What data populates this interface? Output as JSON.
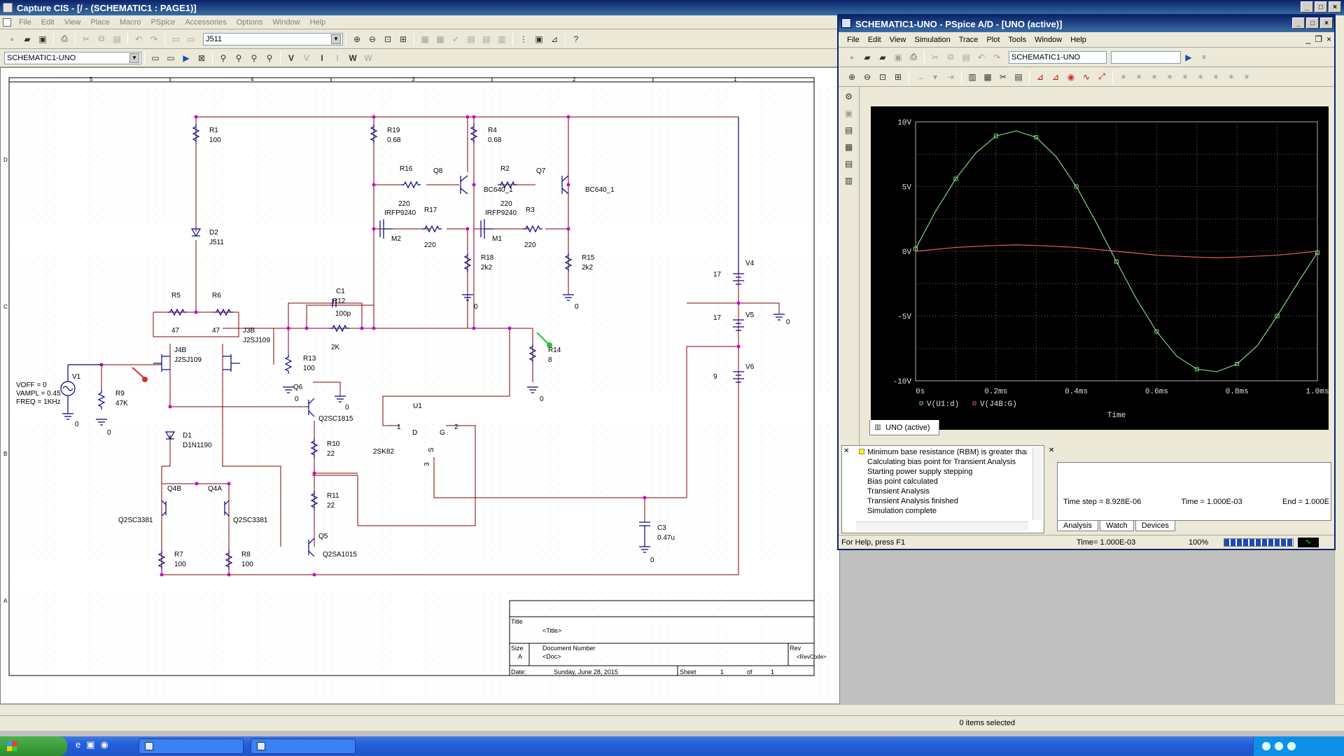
{
  "capture": {
    "title": "Capture CIS - [/ - (SCHEMATIC1 : PAGE1)]",
    "menu": [
      "File",
      "Edit",
      "View",
      "Place",
      "Macro",
      "PSpice",
      "Accessories",
      "Options",
      "Window",
      "Help"
    ],
    "part_combo": "J511",
    "profile_combo": "SCHEMATIC1-UNO",
    "status_right": "0 items selected",
    "border_cols": [
      "5",
      "4",
      "3",
      "2",
      "1"
    ],
    "border_rows": [
      "D",
      "C",
      "B",
      "A"
    ]
  },
  "schematic": {
    "r1": [
      "R1",
      "100"
    ],
    "r19": [
      "R19",
      "0.68"
    ],
    "r4": [
      "R4",
      "0.68"
    ],
    "r16": [
      "R16",
      "220"
    ],
    "q8": "Q8",
    "r2": [
      "R2",
      "220"
    ],
    "q7": "Q7",
    "bc640a": "BC640_1",
    "bc640b": "BC640_1",
    "m2": [
      "IRFP9240",
      "M2"
    ],
    "m1": [
      "IRFP9240",
      "M1"
    ],
    "r17": [
      "R17",
      "220"
    ],
    "r3": [
      "R3",
      "220"
    ],
    "r18": [
      "R18",
      "2k2"
    ],
    "r15": [
      "R15",
      "2k2"
    ],
    "d2": [
      "D2",
      "J511"
    ],
    "r5": [
      "R5",
      "47"
    ],
    "r6": [
      "R6",
      "47"
    ],
    "c1": [
      "C1",
      "100p"
    ],
    "r12": [
      "R12",
      "2K"
    ],
    "j3b": [
      "J3B",
      "J2SJ109"
    ],
    "j4b": [
      "J4B",
      "J2SJ109"
    ],
    "r13": [
      "R13",
      "100"
    ],
    "q6": [
      "Q6",
      "Q2SC1815"
    ],
    "r14": [
      "R14",
      "8"
    ],
    "v1": [
      "V1",
      "VOFF = 0",
      "VAMPL = 0.45",
      "FREQ = 1KHz"
    ],
    "r9": [
      "R9",
      "47K"
    ],
    "d1": [
      "D1",
      "D1N1190"
    ],
    "u1": [
      "U1",
      "2SK82",
      "D",
      "G",
      "S",
      "1",
      "2",
      "3"
    ],
    "r10": [
      "R10",
      "22"
    ],
    "r11": [
      "R11",
      "22"
    ],
    "q4b": [
      "Q4B",
      "Q2SC3381"
    ],
    "q4a": [
      "Q4A",
      "Q2SC3381"
    ],
    "q5": [
      "Q5",
      "Q2SA1015"
    ],
    "r7": [
      "R7",
      "100"
    ],
    "r8": [
      "R8",
      "100"
    ],
    "c3": [
      "C3",
      "0.47u"
    ],
    "v4": [
      "V4",
      "17"
    ],
    "v5": [
      "V5",
      "17"
    ],
    "v6": [
      "V6",
      "9"
    ],
    "ground": "0"
  },
  "titleblock": {
    "title_label": "Title",
    "title_val": "<Title>",
    "size_label": "Size",
    "size_val": "A",
    "docnum_label": "Document Number",
    "doc_val": "<Doc>",
    "rev_label": "Rev",
    "rev_val": "<RevCode>",
    "date_label": "Date:",
    "date_val": "Sunday, June 28, 2015",
    "sheet_label": "Sheet",
    "sheet_num": "1",
    "of_label": "of",
    "sheet_total": "1"
  },
  "pspice": {
    "title": "SCHEMATIC1-UNO - PSpice A/D - [UNO (active)]",
    "menu": [
      "File",
      "Edit",
      "View",
      "Simulation",
      "Trace",
      "Plot",
      "Tools",
      "Window",
      "Help"
    ],
    "sim_combo": "SCHEMATIC1-UNO",
    "tab": "UNO (active)",
    "output_log": [
      "Minimum base resistance (RBM) is greater than",
      "Calculating bias point for Transient Analysis",
      "Starting power supply stepping",
      "Bias point calculated",
      "Transient Analysis",
      "Transient Analysis finished",
      "Simulation complete"
    ],
    "progress": {
      "time_step": "Time step =  8.928E-06",
      "time": "Time =  1.000E-03",
      "end": "End =  1.000E"
    },
    "prog_tabs": [
      "Analysis",
      "Watch",
      "Devices"
    ],
    "status": {
      "help": "For Help, press F1",
      "time": "Time= 1.000E-03",
      "zoom": "100%"
    }
  },
  "chart_data": {
    "type": "line",
    "xlabel": "Time",
    "x_ticks": [
      "0s",
      "0.2ms",
      "0.4ms",
      "0.6ms",
      "0.8ms",
      "1.0ms"
    ],
    "y_ticks": [
      "10V",
      "5V",
      "0V",
      "-5V",
      "-10V"
    ],
    "xlim": [
      0,
      1.0
    ],
    "ylim": [
      -10,
      10
    ],
    "grid": true,
    "background": "#000000",
    "series": [
      {
        "name": "V(U1:d)",
        "color": "#7fd47f",
        "marker": "square",
        "x": [
          0,
          0.05,
          0.1,
          0.15,
          0.2,
          0.25,
          0.3,
          0.35,
          0.4,
          0.45,
          0.5,
          0.55,
          0.6,
          0.65,
          0.7,
          0.75,
          0.8,
          0.85,
          0.9,
          0.95,
          1.0
        ],
        "y": [
          0.2,
          3.1,
          5.6,
          7.6,
          8.9,
          9.3,
          8.8,
          7.3,
          5.0,
          2.2,
          -0.8,
          -3.7,
          -6.2,
          -8.1,
          -9.1,
          -9.3,
          -8.7,
          -7.3,
          -5.0,
          -2.5,
          -0.1
        ]
      },
      {
        "name": "V(J4B:G)",
        "color": "#e06060",
        "x": [
          0,
          0.1,
          0.2,
          0.25,
          0.3,
          0.4,
          0.5,
          0.6,
          0.7,
          0.75,
          0.8,
          0.9,
          1.0
        ],
        "y": [
          0,
          0.3,
          0.45,
          0.5,
          0.45,
          0.3,
          0,
          -0.3,
          -0.45,
          -0.5,
          -0.45,
          -0.3,
          0
        ]
      }
    ]
  }
}
